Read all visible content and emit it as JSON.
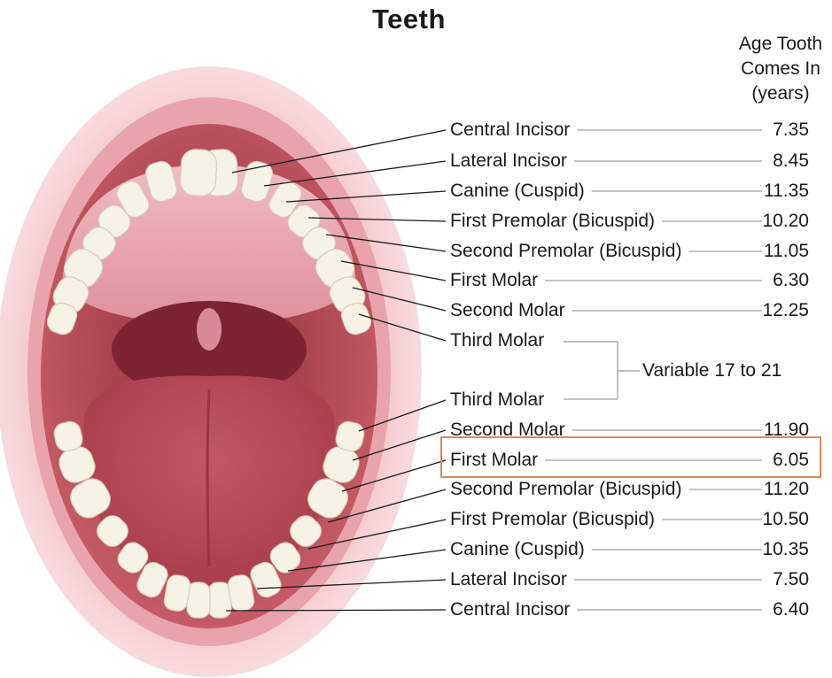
{
  "title": "Teeth",
  "age_header": "Age Tooth\nComes In\n(years)",
  "upper_teeth": [
    {
      "name": "Central Incisor",
      "age": "7.35"
    },
    {
      "name": "Lateral Incisor",
      "age": "8.45"
    },
    {
      "name": "Canine (Cuspid)",
      "age": "11.35"
    },
    {
      "name": "First Premolar (Bicuspid)",
      "age": "10.20"
    },
    {
      "name": "Second Premolar (Bicuspid)",
      "age": "11.05"
    },
    {
      "name": "First Molar",
      "age": "6.30"
    },
    {
      "name": "Second Molar",
      "age": "12.25"
    },
    {
      "name": "Third Molar",
      "age": ""
    }
  ],
  "third_molar_age": "Variable  17 to 21",
  "lower_teeth": [
    {
      "name": "Third Molar",
      "age": ""
    },
    {
      "name": "Second Molar",
      "age": "11.90"
    },
    {
      "name": "First Molar",
      "age": "6.05"
    },
    {
      "name": "Second Premolar (Bicuspid)",
      "age": "11.20"
    },
    {
      "name": "First Premolar (Bicuspid)",
      "age": "10.50"
    },
    {
      "name": "Canine (Cuspid)",
      "age": "10.35"
    },
    {
      "name": "Lateral Incisor",
      "age": "7.50"
    },
    {
      "name": "Central Incisor",
      "age": "6.40"
    }
  ],
  "highlighted_row": "lower_teeth.2",
  "colors": {
    "lip": "#f0b8be",
    "lip_dark": "#e59aa3",
    "mouth_interior": "#b94a55",
    "palate": "#e8a6ae",
    "tongue": "#c45a68",
    "tooth": "#f7f2e6",
    "leader_line": "#1a1a1a",
    "dash_line": "#888888",
    "highlight": "#d98a5c"
  }
}
